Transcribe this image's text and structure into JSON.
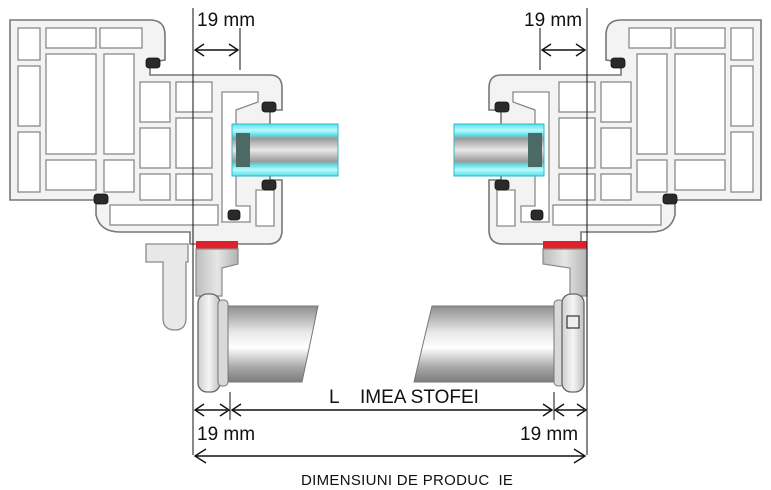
{
  "labels": {
    "dim_top_left": "19 mm",
    "dim_top_right": "19 mm",
    "dim_bottom_left": "19 mm",
    "dim_bottom_right": "19 mm",
    "fabric_width": "L    IMEA STOFEI",
    "production_dimensions": "DIMENSIUNI DE PRODUC  IE"
  },
  "colors": {
    "profile_fill": "#f3f3f3",
    "profile_stroke": "#777777",
    "glass_edge": "#5ee8f0",
    "glass_core": "#b5b5b5",
    "seal_red": "#e0202a",
    "bracket_gray": "#c8c8c8",
    "roller_gray": "#9a9a9a"
  }
}
